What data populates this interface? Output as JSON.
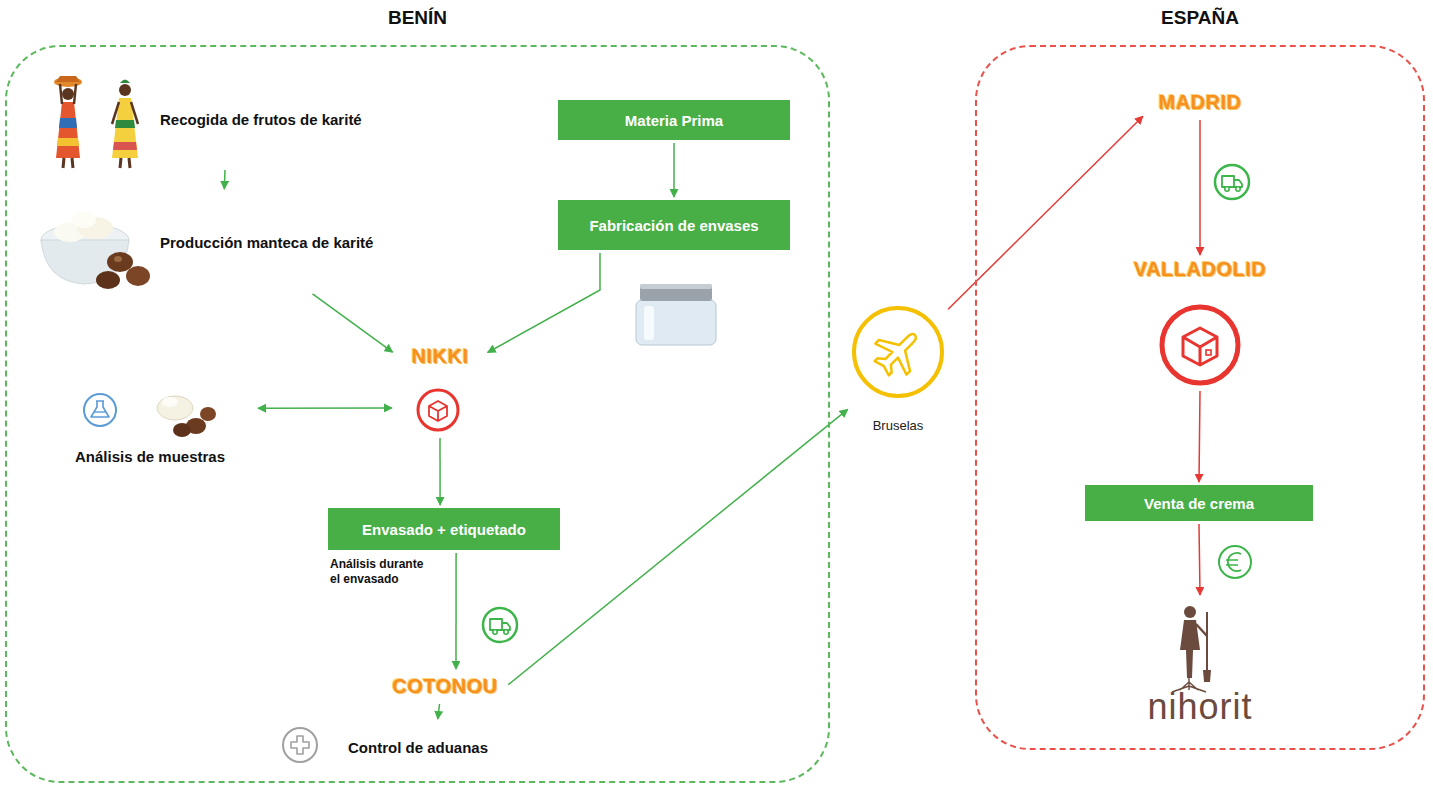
{
  "diagram": {
    "nodes": [
      {
        "text": [
          "BENÍN"
        ]
      },
      {
        "text": [
          "Recogida de frutos de karité"
        ],
        "in": 0
      },
      {
        "text": [
          "Producción manteca de karité"
        ],
        "in": 0
      },
      {
        "text": [
          "Materia Prima"
        ],
        "in": 0
      },
      {
        "text": [
          "Fabricación de envases"
        ],
        "in": 0
      },
      {
        "text": [
          "NIKKI"
        ],
        "in": 0
      },
      {
        "text": [
          "Análisis de muestras"
        ],
        "in": 0
      },
      {
        "text": [
          "Envasado + etiquetado"
        ],
        "in": 0
      },
      {
        "text": [
          "COTONOU"
        ],
        "in": 0
      },
      {
        "text": [
          "Control de aduanas"
        ],
        "in": 0
      },
      {
        "text": [
          "Bruselas"
        ]
      },
      {
        "text": [
          "ESPAÑA"
        ]
      },
      {
        "text": [
          "MADRID"
        ],
        "in": 11
      },
      {
        "text": [
          "VALLADOLID"
        ],
        "in": 11
      },
      {
        "text": [
          "Venta de crema"
        ],
        "in": 11
      },
      {
        "text": [
          "nihorit"
        ],
        "in": 11
      }
    ],
    "edges": [
      {
        "from": 1,
        "to": 2,
        "arrow": "to"
      },
      {
        "from": 2,
        "to": 5,
        "arrow": "to"
      },
      {
        "from": 3,
        "to": 4,
        "arrow": "to"
      },
      {
        "from": 4,
        "to": 5,
        "arrow": "to"
      },
      {
        "from": 6,
        "to": 5,
        "arrow": "both"
      },
      {
        "from": 5,
        "to": 7,
        "arrow": "to"
      },
      {
        "from": 7,
        "to": 8,
        "arrow": "to"
      },
      {
        "from": 8,
        "to": 9,
        "arrow": "to"
      },
      {
        "from": 8,
        "to": 10,
        "arrow": "to"
      },
      {
        "from": 10,
        "to": 12,
        "arrow": "to"
      },
      {
        "from": 12,
        "to": 13,
        "arrow": "to"
      },
      {
        "from": 13,
        "to": 14,
        "arrow": "to"
      },
      {
        "from": 14,
        "to": 15,
        "arrow": "to"
      }
    ],
    "labels": [
      "Análisis durante el envasado"
    ]
  }
}
